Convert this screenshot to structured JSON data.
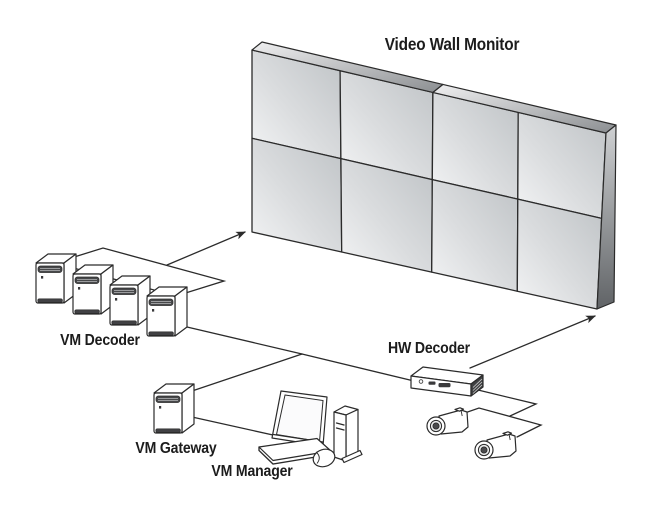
{
  "title": "Video Wall Monitor diagram",
  "labels": {
    "video_wall": "Video Wall Monitor",
    "vm_decoder": "VM Decoder",
    "vm_gateway": "VM Gateway",
    "vm_manager": "VM Manager",
    "hw_decoder": "HW Decoder"
  },
  "nodes": [
    {
      "id": "video-wall-monitor",
      "label": "Video Wall Monitor",
      "type": "monitor-wall",
      "grid_columns": 4,
      "grid_rows": 2,
      "panel_count": 8
    },
    {
      "id": "vm-decoder",
      "label": "VM Decoder",
      "type": "server-tower-cluster",
      "unit_count": 4
    },
    {
      "id": "vm-gateway",
      "label": "VM Gateway",
      "type": "server-tower",
      "unit_count": 1
    },
    {
      "id": "vm-manager",
      "label": "VM Manager",
      "type": "workstation",
      "parts": [
        "monitor",
        "keyboard",
        "mouse",
        "desktop-case"
      ]
    },
    {
      "id": "hw-decoder",
      "label": "HW Decoder",
      "type": "hardware-decoder-box",
      "unit_count": 1
    },
    {
      "id": "ip-cameras",
      "label": "",
      "type": "camera",
      "unit_count": 2
    }
  ],
  "connections": [
    {
      "from": "vm-decoder",
      "to": "video-wall-monitor",
      "style": "arrow"
    },
    {
      "from": "vm-decoder",
      "to": "hw-decoder",
      "style": "line"
    },
    {
      "from": "vm-gateway",
      "to": "hw-decoder",
      "style": "line"
    },
    {
      "from": "vm-gateway",
      "to": "vm-manager",
      "style": "line"
    },
    {
      "from": "hw-decoder",
      "to": "video-wall-monitor",
      "style": "arrow"
    },
    {
      "from": "hw-decoder",
      "to": "ip-cameras",
      "style": "line"
    }
  ],
  "colors": {
    "background": "#ffffff",
    "line": "#2b2b2b",
    "text": "#1c1c1c",
    "panel_light": "#f3f4f5",
    "panel_dark": "#bfc3c6",
    "wall_side_dark": "#636669",
    "device_fill": "#ffffff",
    "vent_dark": "#47484a"
  }
}
